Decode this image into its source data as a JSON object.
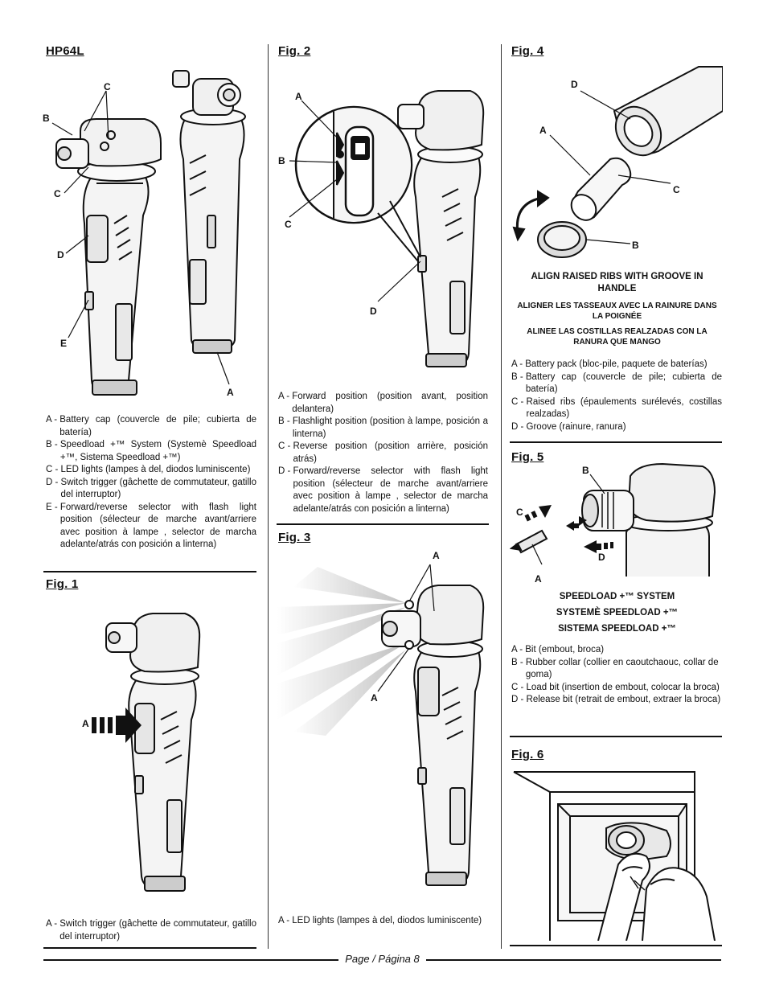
{
  "col1": {
    "model_title": "HP64L",
    "callouts": [
      "C",
      "B",
      "C",
      "D",
      "E",
      "A"
    ],
    "legend": [
      {
        "k": "A - ",
        "v": "Battery cap (couvercle de pile; cubierta de batería)"
      },
      {
        "k": "B - ",
        "v": "Speedload +™ System (Systemè Speedload +™, Sistema Speedload +™)"
      },
      {
        "k": "C - ",
        "v": "LED lights (lampes à del, diodos luminiscente)"
      },
      {
        "k": "D - ",
        "v": "Switch trigger (gâchette de commutateur, gatillo del interruptor)"
      },
      {
        "k": "E - ",
        "v": "Forward/reverse selector with flash light position (sélecteur de marche avant/arriere avec position à lampe , selector de marcha adelante/atrás con posición a linterna)"
      }
    ],
    "fig1": {
      "title": "Fig. 1",
      "callout": "A",
      "legend": [
        {
          "k": "A - ",
          "v": "Switch trigger (gâchette de commutateur, gatillo del interruptor)"
        }
      ]
    }
  },
  "col2": {
    "fig2": {
      "title": "Fig. 2",
      "callouts": [
        "A",
        "B",
        "C",
        "D"
      ],
      "legend": [
        {
          "k": "A - ",
          "v": "Forward position (position avant, position delantera)"
        },
        {
          "k": "B - ",
          "v": "Flashlight position (position à lampe, posición a linterna)"
        },
        {
          "k": "C - ",
          "v": "Reverse position (position arrière, posición atrás)"
        },
        {
          "k": "D - ",
          "v": "Forward/reverse selector with flash light position (sélecteur de marche avant/arriere avec position à lampe , selector de marcha adelante/atrás con posición a linterna)"
        }
      ]
    },
    "fig3": {
      "title": "Fig. 3",
      "callouts": [
        "A",
        "A"
      ],
      "legend": [
        {
          "k": "A - ",
          "v": "LED lights (lampes à del, diodos luminiscente)"
        }
      ]
    }
  },
  "col3": {
    "fig4": {
      "title": "Fig. 4",
      "callouts": [
        "D",
        "A",
        "C",
        "B"
      ],
      "caption_en": "ALIGN RAISED RIBS WITH GROOVE IN HANDLE",
      "caption_fr": "ALIGNER LES TASSEAUX AVEC LA RAINURE DANS LA POIGNÉE",
      "caption_es": "ALINEE LAS COSTILLAS REALZADAS CON LA RANURA QUE MANGO",
      "legend": [
        {
          "k": "A - ",
          "v": "Battery pack (bloc-pile, paquete de baterías)"
        },
        {
          "k": "B - ",
          "v": "Battery cap (couvercle de pile; cubierta de batería)"
        },
        {
          "k": "C - ",
          "v": "Raised ribs (épaulements surélevés, costillas realzadas)"
        },
        {
          "k": "D - ",
          "v": "Groove (rainure, ranura)"
        }
      ]
    },
    "fig5": {
      "title": "Fig. 5",
      "callouts": [
        "B",
        "C",
        "D",
        "A"
      ],
      "caption_1": "SPEEDLOAD +™ SYSTEM",
      "caption_2": "SYSTEMÈ SPEEDLOAD +™",
      "caption_3": "SISTEMA SPEEDLOAD +™",
      "legend": [
        {
          "k": "A - ",
          "v": "Bit (embout, broca)"
        },
        {
          "k": "B - ",
          "v": "Rubber collar (collier en caoutchaouc, collar de goma)"
        },
        {
          "k": "C - ",
          "v": "Load bit (insertion de embout, colocar la broca)"
        },
        {
          "k": "D - ",
          "v": "Release bit (retrait de embout, extraer la broca)"
        }
      ]
    },
    "fig6": {
      "title": "Fig. 6"
    }
  },
  "footer": {
    "page": "Page / Página 8"
  }
}
